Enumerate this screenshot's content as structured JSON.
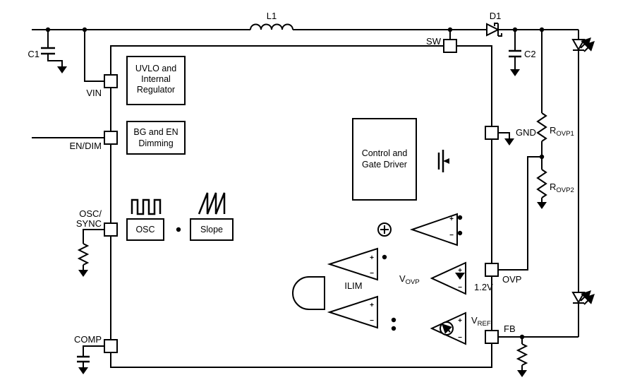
{
  "diagram": {
    "components": {
      "l1": "L1",
      "d1": "D1",
      "c1": "C1",
      "c2": "C2",
      "rovp1_base": "R",
      "rovp1_sub": "OVP1",
      "rovp2_base": "R",
      "rovp2_sub": "OVP2"
    },
    "pins": {
      "vin": "VIN",
      "en_dim": "EN/DIM",
      "osc_sync_1": "OSC/",
      "osc_sync_2": "SYNC",
      "comp": "COMP",
      "sw": "SW",
      "gnd": "GND",
      "ovp": "OVP",
      "fb": "FB"
    },
    "blocks": {
      "uvlo_1": "UVLO and",
      "uvlo_2": "Internal",
      "uvlo_3": "Regulator",
      "bg_1": "BG and EN",
      "bg_2": "Dimming",
      "control_1": "Control and",
      "control_2": "Gate Driver",
      "osc": "OSC",
      "slope": "Slope"
    },
    "signals": {
      "ilim": "ILIM",
      "vovp_base": "V",
      "vovp_sub": "OVP",
      "ovp_ref": "1.2V",
      "vref_base": "V",
      "vref_sub": "REF"
    },
    "polarity": {
      "plus": "+",
      "minus": "−"
    }
  }
}
